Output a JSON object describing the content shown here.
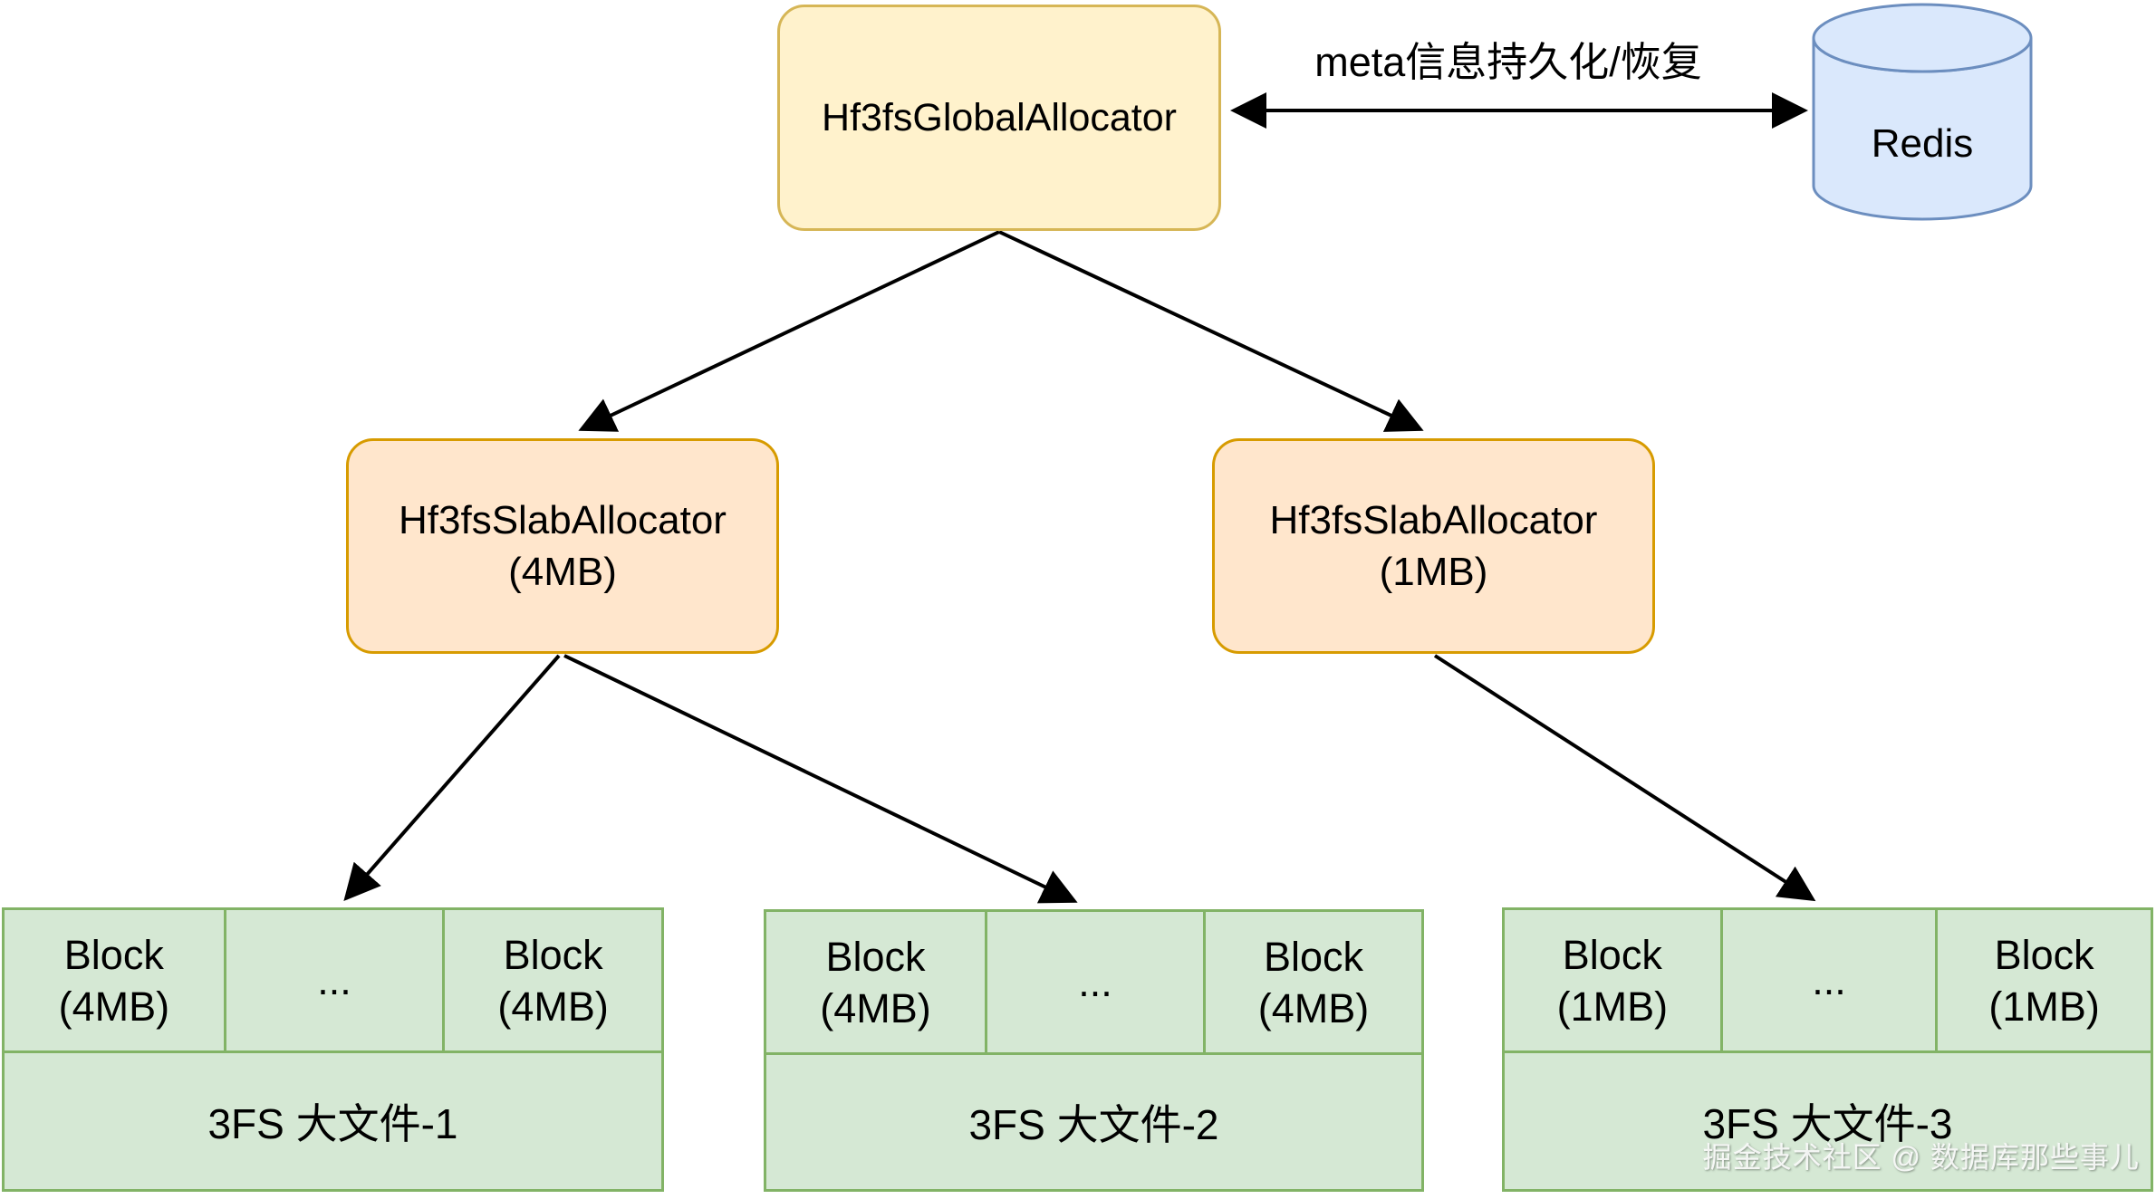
{
  "diagram": {
    "background": "#FFFFFF",
    "colors": {
      "global_fill": "#FFF2CC",
      "global_border": "#D6B656",
      "slab_fill": "#FFE6CC",
      "slab_border": "#D79B00",
      "table_fill": "#D5E8D4",
      "table_border": "#82B366",
      "redis_fill": "#DAE8FC",
      "redis_border": "#6C8EBF",
      "arrow": "#000000",
      "text": "#000000",
      "watermark_text": "rgba(255,255,255,0.88)"
    },
    "nodes": {
      "global_allocator": {
        "label": "Hf3fsGlobalAllocator"
      },
      "redis": {
        "label": "Redis",
        "icon": "database-cylinder-icon"
      },
      "slab_4mb": {
        "line1": "Hf3fsSlabAllocator",
        "line2": "(4MB)"
      },
      "slab_1mb": {
        "line1": "Hf3fsSlabAllocator",
        "line2": "(1MB)"
      }
    },
    "edges": {
      "meta_label": "meta信息持久化/恢复"
    },
    "tables": [
      {
        "cells": [
          {
            "line1": "Block",
            "line2": "(4MB)"
          },
          {
            "line1": "..."
          },
          {
            "line1": "Block",
            "line2": "(4MB)"
          }
        ],
        "file_label": "3FS 大文件-1"
      },
      {
        "cells": [
          {
            "line1": "Block",
            "line2": "(4MB)"
          },
          {
            "line1": "..."
          },
          {
            "line1": "Block",
            "line2": "(4MB)"
          }
        ],
        "file_label": "3FS 大文件-2"
      },
      {
        "cells": [
          {
            "line1": "Block",
            "line2": "(1MB)"
          },
          {
            "line1": "..."
          },
          {
            "line1": "Block",
            "line2": "(1MB)"
          }
        ],
        "file_label": "3FS 大文件-3"
      }
    ],
    "watermark": "掘金技术社区 @ 数据库那些事儿"
  }
}
